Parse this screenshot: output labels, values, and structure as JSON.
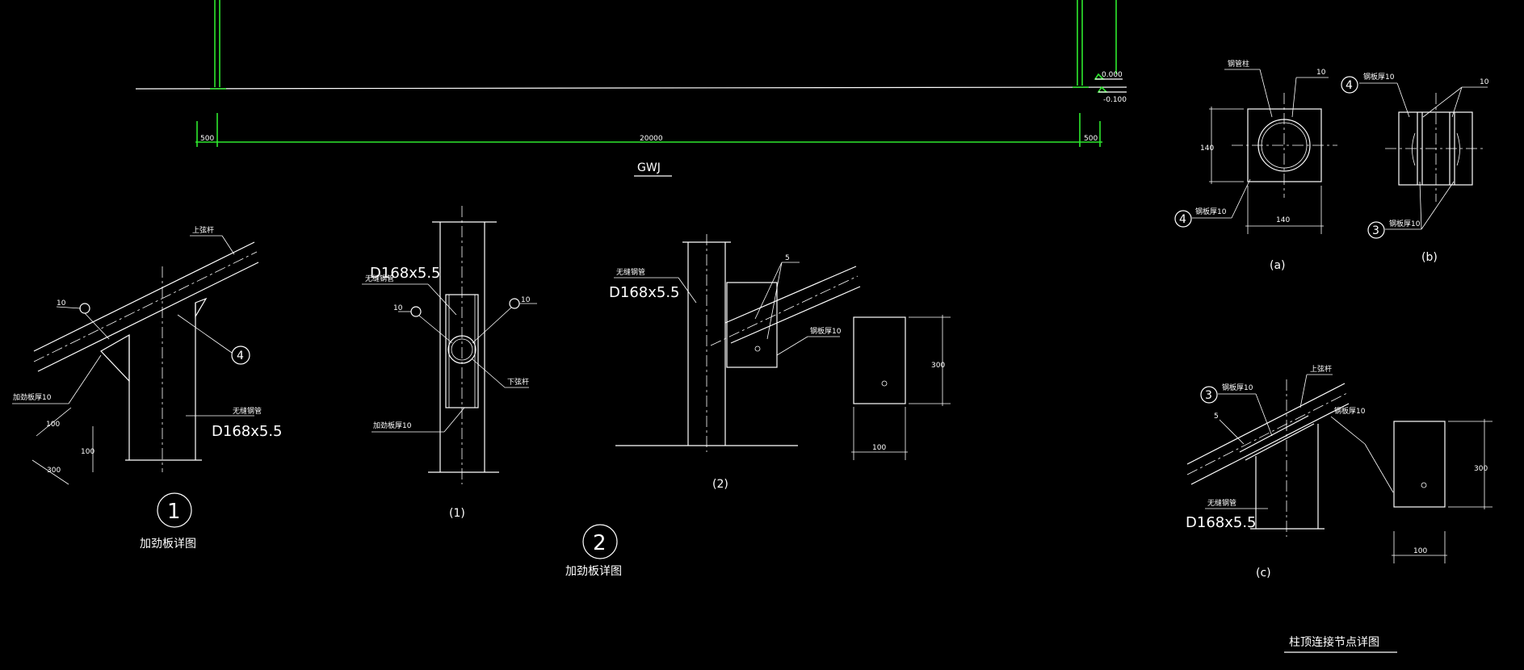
{
  "frame": {
    "title": "GWJ",
    "dim_left": "500",
    "dim_span": "20000",
    "dim_right": "500",
    "elev_top": "0.000",
    "elev_bottom": "-0.100"
  },
  "detail1": {
    "marker": "1",
    "caption": "加劲板详图",
    "label_top": "上弦杆",
    "pipe_label_small": "无缝钢管",
    "pipe_spec": "D168x5.5",
    "weld_size": "10",
    "plate_label": "加劲板厚10",
    "ref_marker": "4",
    "dim_a": "100",
    "dim_b": "100",
    "dim_c": "300"
  },
  "detail2": {
    "marker": "2",
    "caption": "加劲板详图",
    "sub1_caption": "(1)",
    "sub2_caption": "(2)",
    "pipe_label_small": "无缝钢管",
    "pipe_spec": "D168x5.5",
    "weld_size": "10",
    "chord_label": "下弦杆",
    "plate_label": "加劲板厚10",
    "weld_size_2": "5",
    "plate_label_2": "钢板厚10",
    "dim_height": "300",
    "dim_width": "100"
  },
  "detail3": {
    "caption_a": "(a)",
    "caption_b": "(b)",
    "caption_c": "(c)",
    "label_a_top": "钢管柱",
    "weld_a": "10",
    "dim_a_side": "140",
    "dim_a_bottom": "140",
    "marker_a": "4",
    "label_a_plate": "钢板厚10",
    "marker_b_top": "4",
    "label_b_top": "钢板厚10",
    "weld_b": "10",
    "marker_b_bottom": "3",
    "label_b_bottom": "钢板厚10",
    "marker_c": "3",
    "label_c_plate": "钢板厚10",
    "label_c_top": "上弦杆",
    "weld_c": "5",
    "label_c_plate2": "钢板厚10",
    "pipe_label_small": "无缝钢管",
    "pipe_spec": "D168x5.5",
    "dim_c_height": "300",
    "dim_c_width": "100",
    "title": "柱顶连接节点详图"
  }
}
